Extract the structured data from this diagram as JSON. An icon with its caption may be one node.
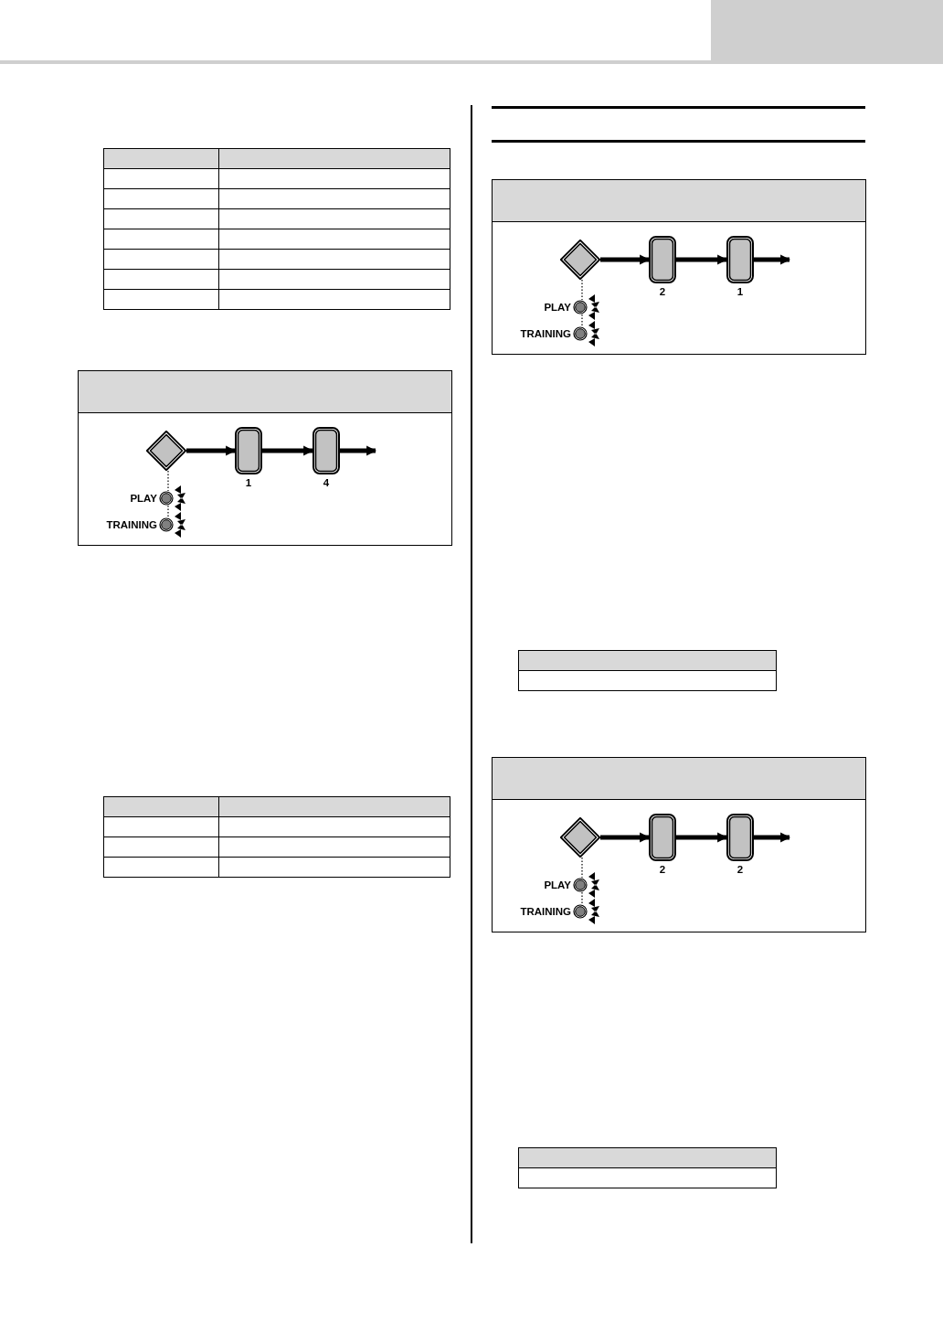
{
  "diagram": {
    "nodes": [
      {
        "text": [],
        "shape": "panel"
      },
      {
        "text": [],
        "shape": "diamond",
        "in": 0
      },
      {
        "text": [],
        "shape": "box",
        "in": 0,
        "beside": [
          "1"
        ]
      },
      {
        "text": [],
        "shape": "box",
        "in": 0,
        "beside": [
          "4"
        ]
      },
      {
        "text": [
          "PLAY"
        ],
        "in": 0
      },
      {
        "text": [
          "TRAINING"
        ],
        "in": 0
      },
      {
        "text": [],
        "shape": "panel"
      },
      {
        "text": [],
        "shape": "diamond",
        "in": 6
      },
      {
        "text": [],
        "shape": "box",
        "in": 6,
        "beside": [
          "2"
        ]
      },
      {
        "text": [],
        "shape": "box",
        "in": 6,
        "beside": [
          "1"
        ]
      },
      {
        "text": [
          "PLAY"
        ],
        "in": 6
      },
      {
        "text": [
          "TRAINING"
        ],
        "in": 6
      },
      {
        "text": [],
        "shape": "panel"
      },
      {
        "text": [],
        "shape": "diamond",
        "in": 12
      },
      {
        "text": [],
        "shape": "box",
        "in": 12,
        "beside": [
          "2"
        ]
      },
      {
        "text": [],
        "shape": "box",
        "in": 12,
        "beside": [
          "2"
        ]
      },
      {
        "text": [
          "PLAY"
        ],
        "in": 12
      },
      {
        "text": [
          "TRAINING"
        ],
        "in": 12
      }
    ],
    "edges": [
      {
        "from": 1,
        "to": 2,
        "arrow": "to"
      },
      {
        "from": 2,
        "to": 3,
        "arrow": "to"
      },
      {
        "from": 3,
        "to": null,
        "arrow": "to"
      },
      {
        "from": 1,
        "to": 4,
        "arrow": "none",
        "style": "dashed"
      },
      {
        "from": 4,
        "to": 5,
        "arrow": "none",
        "style": "dashed"
      },
      {
        "from": 7,
        "to": 8,
        "arrow": "to"
      },
      {
        "from": 8,
        "to": 9,
        "arrow": "to"
      },
      {
        "from": 9,
        "to": null,
        "arrow": "to"
      },
      {
        "from": 7,
        "to": 10,
        "arrow": "none",
        "style": "dashed"
      },
      {
        "from": 10,
        "to": 11,
        "arrow": "none",
        "style": "dashed"
      },
      {
        "from": 13,
        "to": 14,
        "arrow": "to"
      },
      {
        "from": 14,
        "to": 15,
        "arrow": "to"
      },
      {
        "from": 15,
        "to": null,
        "arrow": "to"
      },
      {
        "from": 13,
        "to": 16,
        "arrow": "none",
        "style": "dashed"
      },
      {
        "from": 16,
        "to": 17,
        "arrow": "none",
        "style": "dashed"
      }
    ]
  }
}
